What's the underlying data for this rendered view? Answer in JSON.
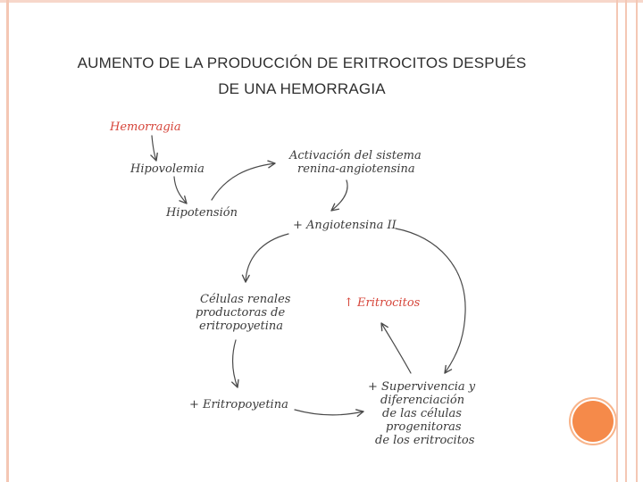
{
  "title": {
    "line1": "AUMENTO DE LA PRODUCCIÓN DE ERITROCITOS DESPUÉS",
    "line2": "DE UNA HEMORRAGIA"
  },
  "diagram": {
    "hemorragia": "Hemorragia",
    "hipovolemia": "Hipovolemia",
    "hipotension": "Hipotensión",
    "activacion_l1": "Activación del sistema",
    "activacion_l2": "renina-angiotensina",
    "angiotensina": "+ Angiotensina II",
    "celulas_l1": "Células renales",
    "celulas_l2": "productoras de",
    "celulas_l3": "eritropoyetina",
    "eritrocitos": "↑ Eritrocitos",
    "eritropoyetina": "+ Eritropoyetina",
    "supervivencia_l1": "+ Supervivencia y",
    "supervivencia_l2": "diferenciación",
    "supervivencia_l3": "de las células",
    "supervivencia_l4": "progenitoras",
    "supervivencia_l5": "de los eritrocitos"
  },
  "colors": {
    "frame": "#f4c7b4",
    "accent_dot": "#f58a4a",
    "highlight_text": "#d6453a",
    "text": "#3a3a3a"
  }
}
